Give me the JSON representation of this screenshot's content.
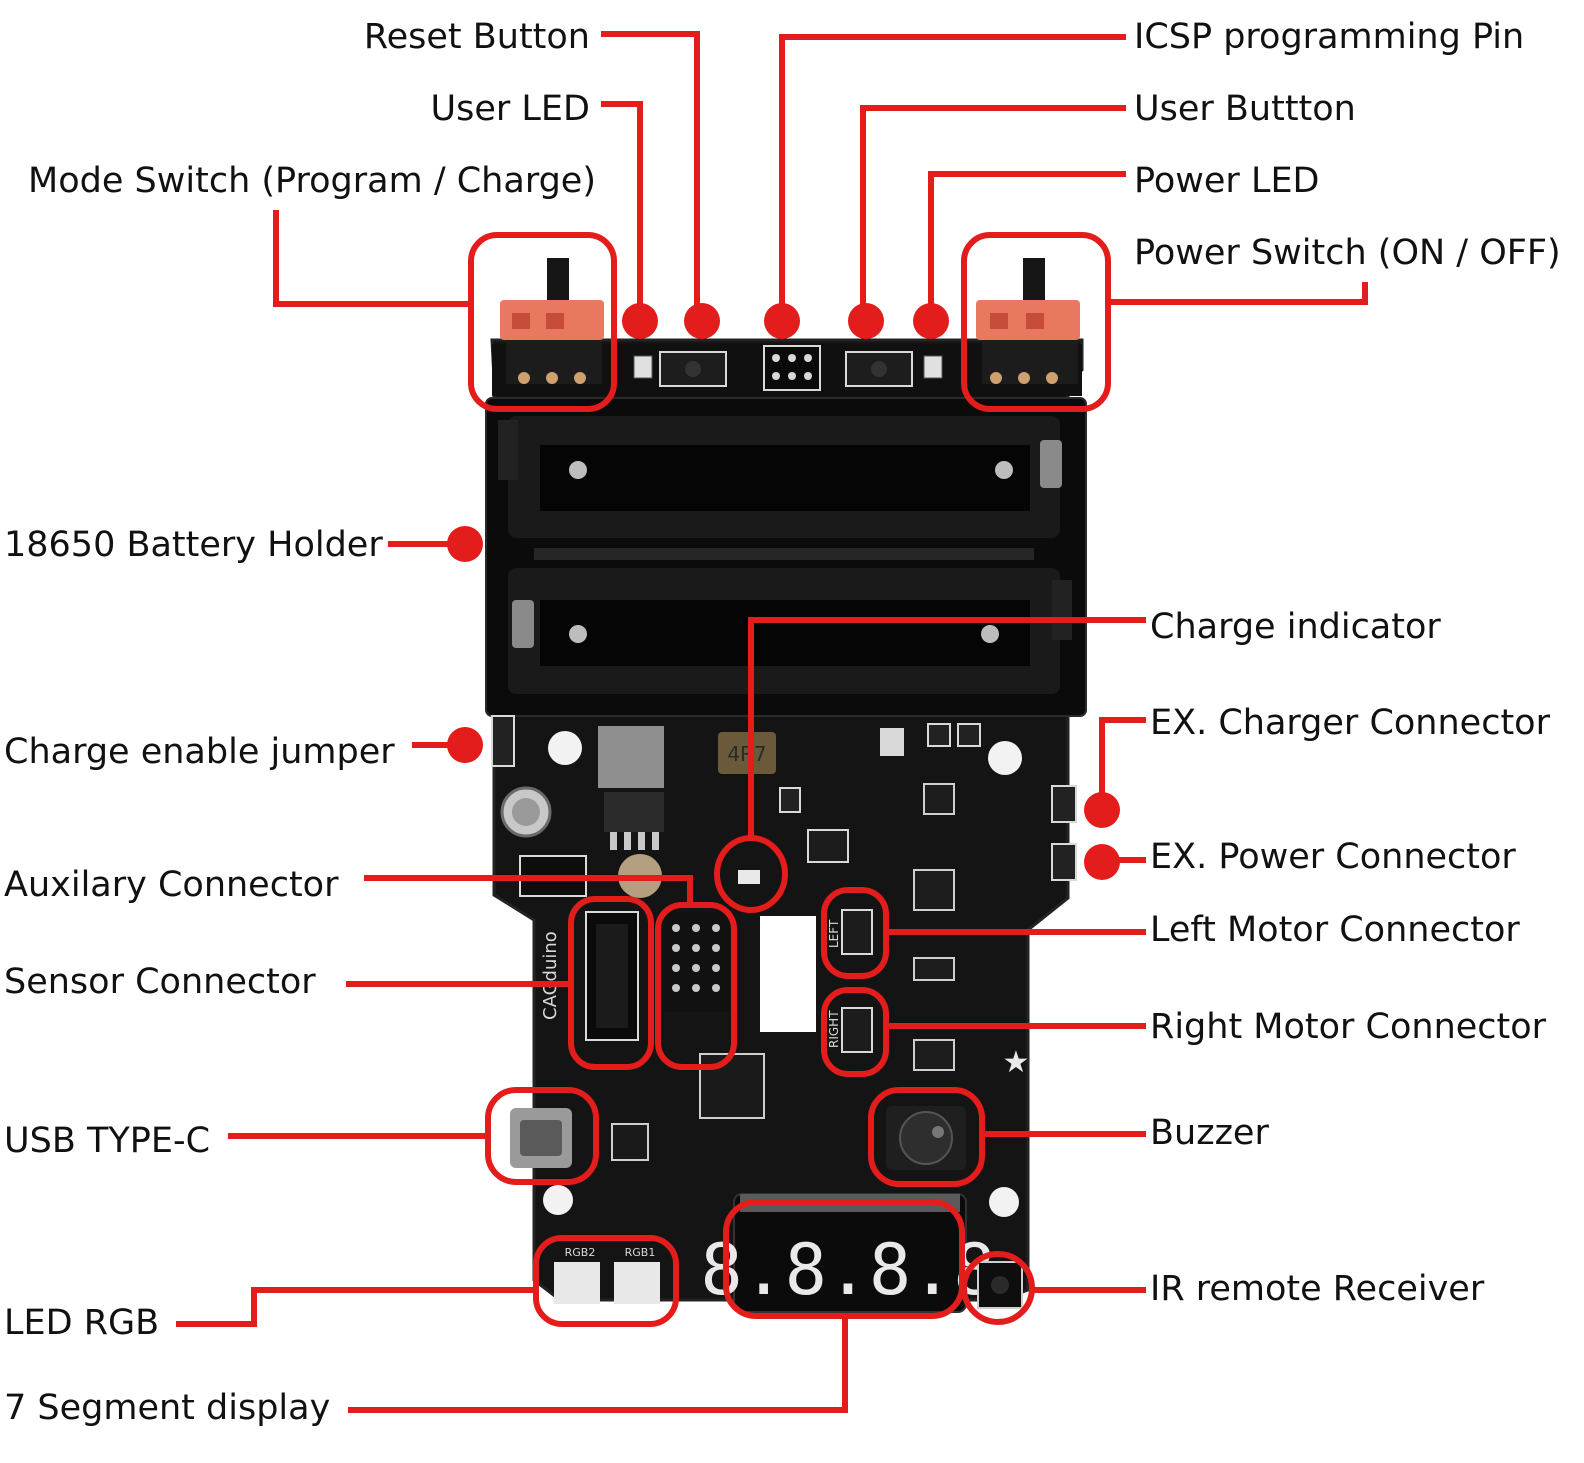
{
  "colors": {
    "callout": "#e31c1c",
    "board": "#141414",
    "board_edge": "#232323",
    "battery_holder": "#0b0b0b",
    "silkscreen": "#d9d9d9",
    "switch_body": "#e8785f",
    "segment": "#e9e9e9",
    "background": "#ffffff",
    "text": "#111111"
  },
  "board": {
    "silkscreen_brand": "CAGduino",
    "inductor_code": "4R7",
    "rgb_left": "RGB2",
    "rgb_right": "RGB1",
    "left_motor_mark": "LEFT",
    "right_motor_mark": "RIGHT",
    "display_digits": "8.8.8.8"
  },
  "labels": {
    "reset_button": "Reset Button",
    "user_led": "User LED",
    "mode_switch": "Mode Switch (Program / Charge)",
    "icsp_pin": "ICSP programming Pin",
    "user_button": "User Buttton",
    "power_led": "Power LED",
    "power_switch": "Power Switch (ON / OFF)",
    "battery_holder": "18650 Battery Holder",
    "charge_indicator": "Charge indicator",
    "ex_charger_connector": "EX. Charger Connector",
    "charge_enable_jumper": "Charge enable jumper",
    "ex_power_connector": "EX. Power Connector",
    "auxilary_connector": "Auxilary Connector",
    "left_motor_connector": "Left Motor Connector",
    "sensor_connector": "Sensor Connector",
    "right_motor_connector": "Right Motor Connector",
    "usb_type_c": "USB TYPE-C",
    "buzzer": "Buzzer",
    "ir_receiver": "IR remote Receiver",
    "led_rgb": "LED RGB",
    "seven_segment": "7 Segment display"
  }
}
